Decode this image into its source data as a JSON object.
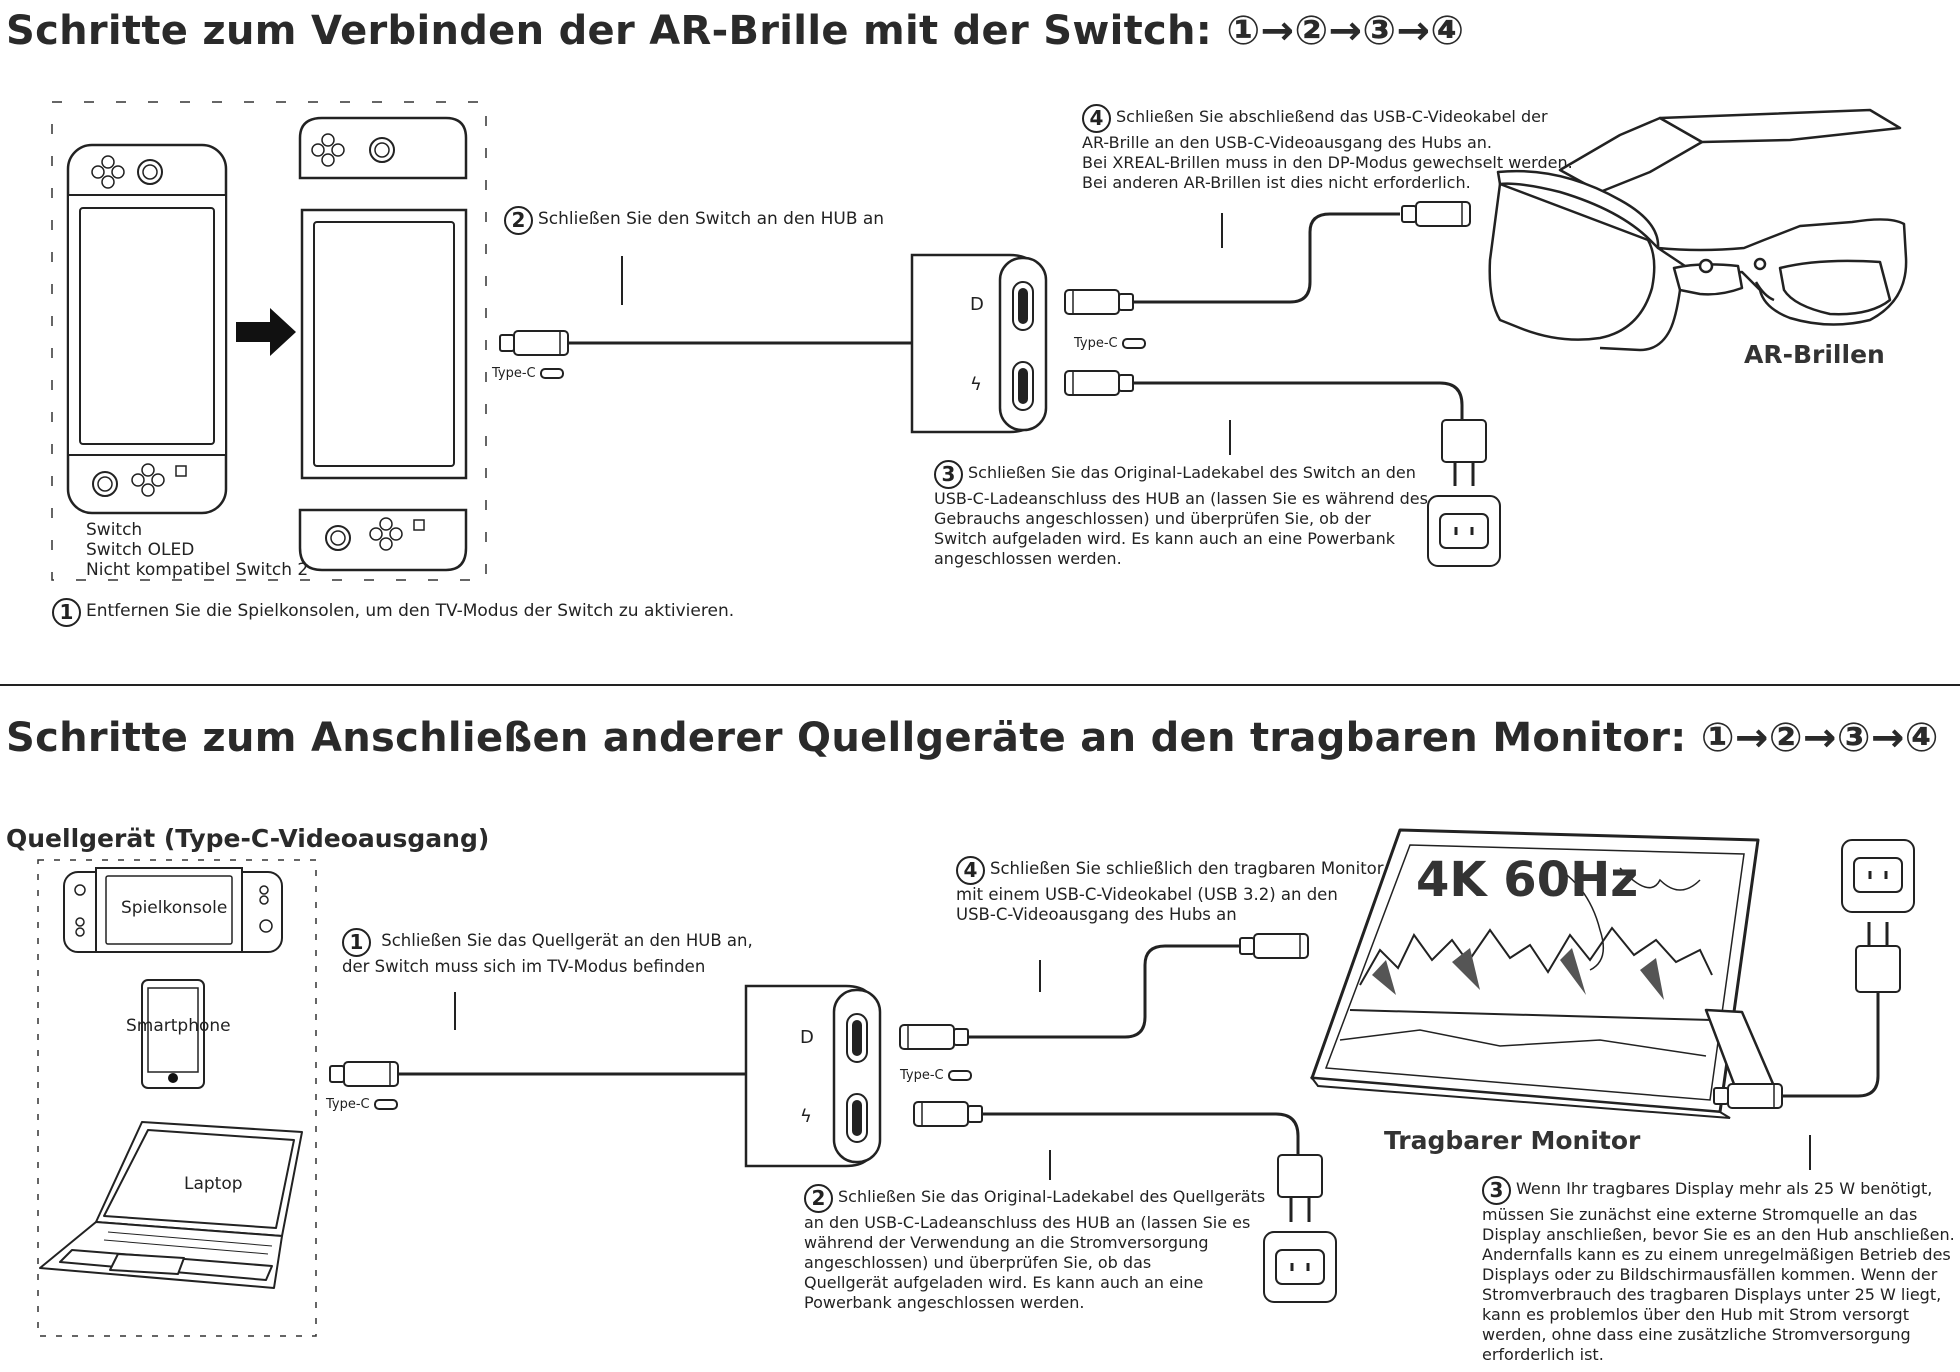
{
  "section1": {
    "title": "Schritte zum Verbinden der AR-Brille mit der Switch: ①→②→③→④",
    "console_labels": [
      "Switch",
      "Switch OLED",
      "Nicht kompatibel Switch 2"
    ],
    "step1": {
      "num": "1",
      "text": "Entfernen Sie die Spielkonsolen, um den TV-Modus der Switch zu aktivieren."
    },
    "step2": {
      "num": "2",
      "text": "Schließen Sie den Switch an den HUB an"
    },
    "step3": {
      "num": "3",
      "lines": [
        "Schließen Sie das Original-Ladekabel des Switch an den",
        "USB-C-Ladeanschluss des HUB an (lassen Sie es während des",
        "Gebrauchs angeschlossen) und  überprüfen Sie, ob der",
        "Switch aufgeladen wird. Es kann auch an eine Powerbank",
        "angeschlossen werden."
      ]
    },
    "step4": {
      "num": "4",
      "lines": [
        "Schließen Sie abschließend das USB-C-Videokabel der",
        "AR-Brille an den USB-C-Videoausgang des Hubs an.",
        "Bei XREAL-Brillen muss in den DP-Modus gewechselt werden.",
        "Bei anderen AR-Brillen ist dies nicht erforderlich."
      ]
    },
    "typec_left": "Type-C",
    "typec_hub": "Type-C",
    "glasses_label": "AR-Brillen"
  },
  "section2": {
    "title": "Schritte zum Anschließen anderer Quellgeräte an den tragbaren Monitor: ①→②→③→④",
    "source_heading": "Quellgerät (Type-C-Videoausgang)",
    "devices": [
      "Spielkonsole",
      "Smartphone",
      "Laptop"
    ],
    "step1": {
      "num": "1",
      "lines": [
        "Schließen Sie das Quellgerät an den HUB an,",
        "der Switch muss sich im TV-Modus befinden"
      ]
    },
    "step2": {
      "num": "2",
      "lines": [
        "Schließen Sie das Original-Ladekabel des Quellgeräts",
        "an den USB-C-Ladeanschluss des HUB an (lassen Sie es",
        "während der Verwendung an die Stromversorgung",
        "angeschlossen) und  überprüfen Sie, ob das",
        "Quellgerät aufgeladen wird. Es kann auch an eine",
        "Powerbank angeschlossen werden."
      ]
    },
    "step3": {
      "num": "3",
      "lines": [
        "Wenn Ihr tragbares Display mehr als 25 W benötigt,",
        "müssen Sie zunächst eine externe Stromquelle an das",
        "Display anschließen, bevor Sie es an den Hub anschließen.",
        "Andernfalls kann es zu einem unregelmäßigen Betrieb des",
        "Displays oder zu Bildschirmausfällen kommen. Wenn der",
        "Stromverbrauch des tragbaren Displays unter 25 W liegt,",
        "kann es problemlos über den Hub mit Strom versorgt",
        "werden, ohne dass eine zusätzliche Stromversorgung",
        "erforderlich ist."
      ]
    },
    "step4": {
      "num": "4",
      "lines": [
        "Schließen Sie schließlich den tragbaren Monitor",
        "mit einem USB-C-Videokabel (USB 3.2) an den",
        "USB-C-Videoausgang des Hubs an"
      ]
    },
    "typec_left": "Type-C",
    "typec_hub": "Type-C",
    "monitor_screen": "4K 60Hz",
    "monitor_label": "Tragbarer Monitor"
  }
}
